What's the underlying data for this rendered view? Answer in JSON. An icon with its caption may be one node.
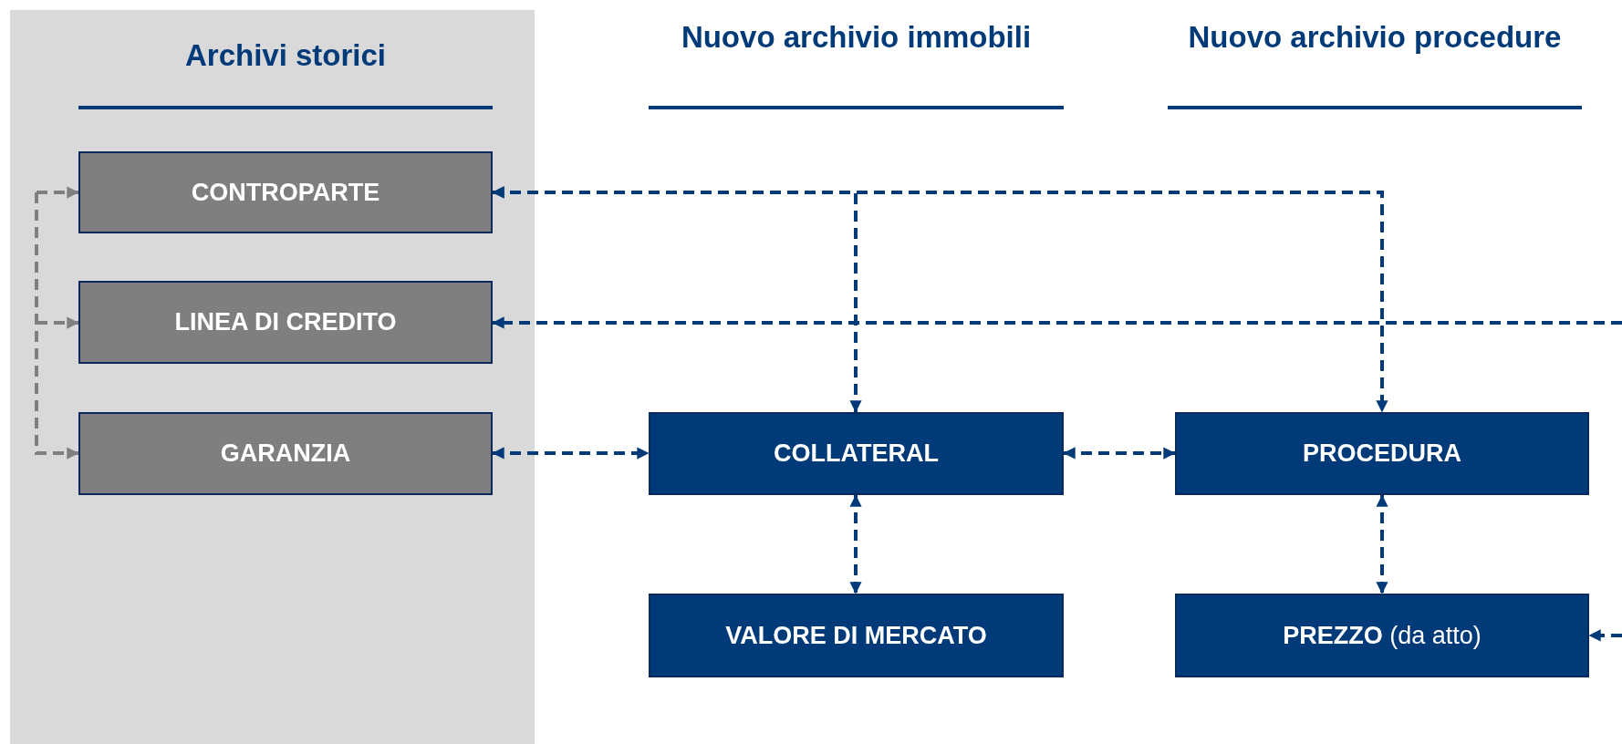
{
  "diagram": {
    "nodes": [
      {
        "text": [
          "Archivi storici"
        ]
      },
      {
        "text": [
          "CONTROPARTE"
        ],
        "in": 0
      },
      {
        "text": [
          "LINEA DI CREDITO"
        ],
        "in": 0
      },
      {
        "text": [
          "GARANZIA"
        ],
        "in": 0
      },
      {
        "text": [
          "COLLATERAL"
        ]
      },
      {
        "text": [
          "PROCEDURA"
        ]
      },
      {
        "text": [
          "VALORE DI MERCATO"
        ]
      },
      {
        "text": [
          "**PREZZO** (da atto)"
        ]
      }
    ],
    "edges": [
      {
        "from": null,
        "to": 1,
        "arrow": "to",
        "color": "#7f7f7f"
      },
      {
        "from": null,
        "to": 2,
        "arrow": "to",
        "color": "#7f7f7f"
      },
      {
        "from": null,
        "to": 3,
        "arrow": "to",
        "color": "#7f7f7f"
      },
      {
        "from": 1,
        "to": 4,
        "arrow": "both"
      },
      {
        "from": 1,
        "to": 5,
        "arrow": "both"
      },
      {
        "from": null,
        "to": 2,
        "arrow": "to"
      },
      {
        "from": 3,
        "to": 4,
        "arrow": "both"
      },
      {
        "from": 4,
        "to": 5,
        "arrow": "both"
      },
      {
        "from": 4,
        "to": 6,
        "arrow": "both"
      },
      {
        "from": 5,
        "to": 7,
        "arrow": "both"
      },
      {
        "from": null,
        "to": 7,
        "arrow": "to"
      }
    ],
    "labels": [
      "Nuovo archivio immobili",
      "Nuovo archivio procedure"
    ]
  }
}
